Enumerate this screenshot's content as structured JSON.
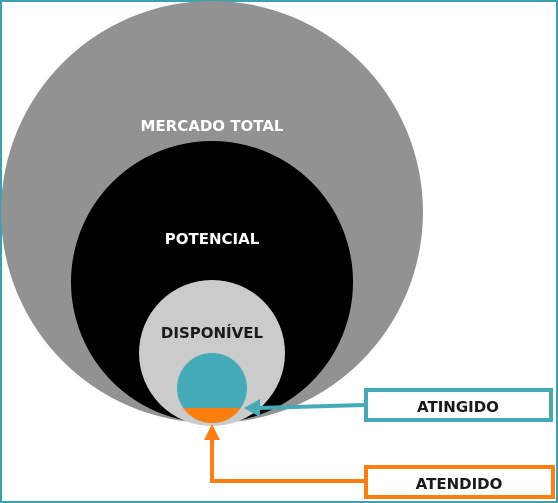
{
  "diagram": {
    "labels": {
      "total": "MERCADO TOTAL",
      "potential": "POTENCIAL",
      "available": "DISPONÍVEL",
      "reached": "ATINGIDO",
      "served": "ATENDIDO"
    },
    "colors": {
      "border": "#3aa2ae",
      "total": "#929292",
      "potential": "#000000",
      "available": "#cbcbcb",
      "reached": "#44aab8",
      "served": "#ff7f0e",
      "reached_box": "#44aab8",
      "served_box": "#ff7f0e",
      "label_on_dark": "#ffffff",
      "label_on_light": "#1a1a1a"
    }
  }
}
